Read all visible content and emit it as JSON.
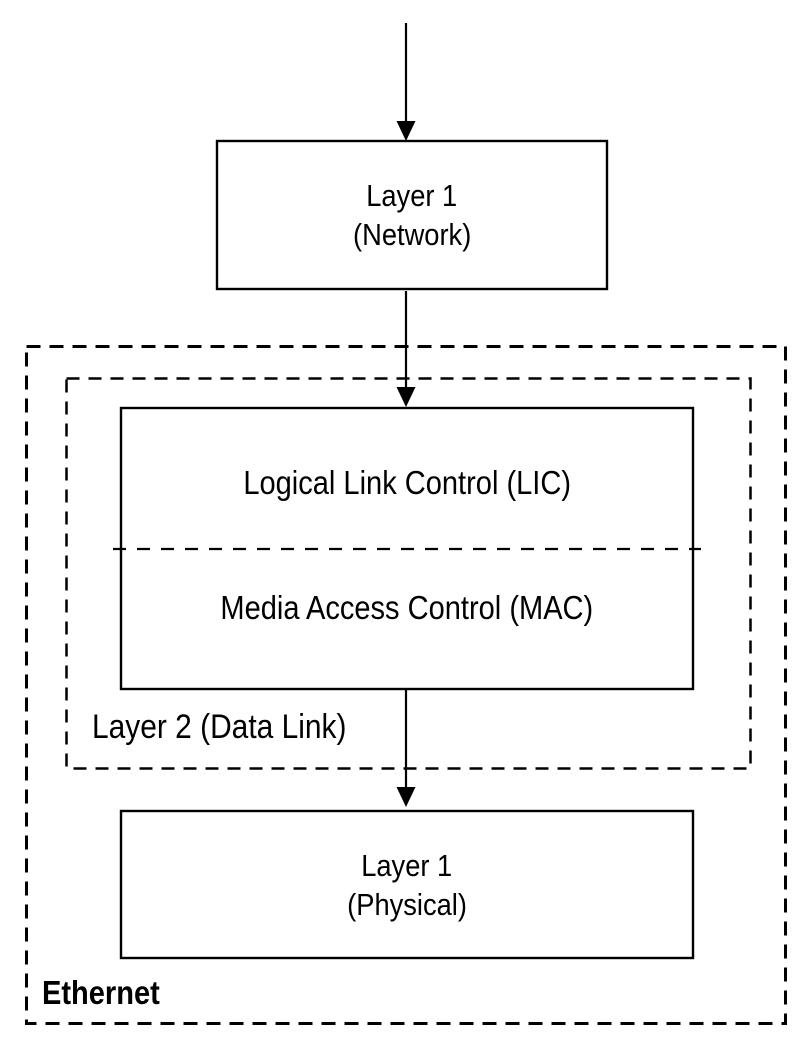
{
  "colors": {
    "background": "#ffffff",
    "line": "#000000",
    "text": "#000000"
  },
  "diagram": {
    "top_box": {
      "line1": "Layer 1",
      "line2": "(Network)"
    },
    "middle_box": {
      "upper_label": "Logical Link Control (LIC)",
      "lower_label": "Media Access Control (MAC)"
    },
    "layer2_group_label": "Layer 2 (Data Link)",
    "bottom_box": {
      "line1": "Layer 1",
      "line2": "(Physical)"
    },
    "ethernet_group_label": "Ethernet"
  }
}
